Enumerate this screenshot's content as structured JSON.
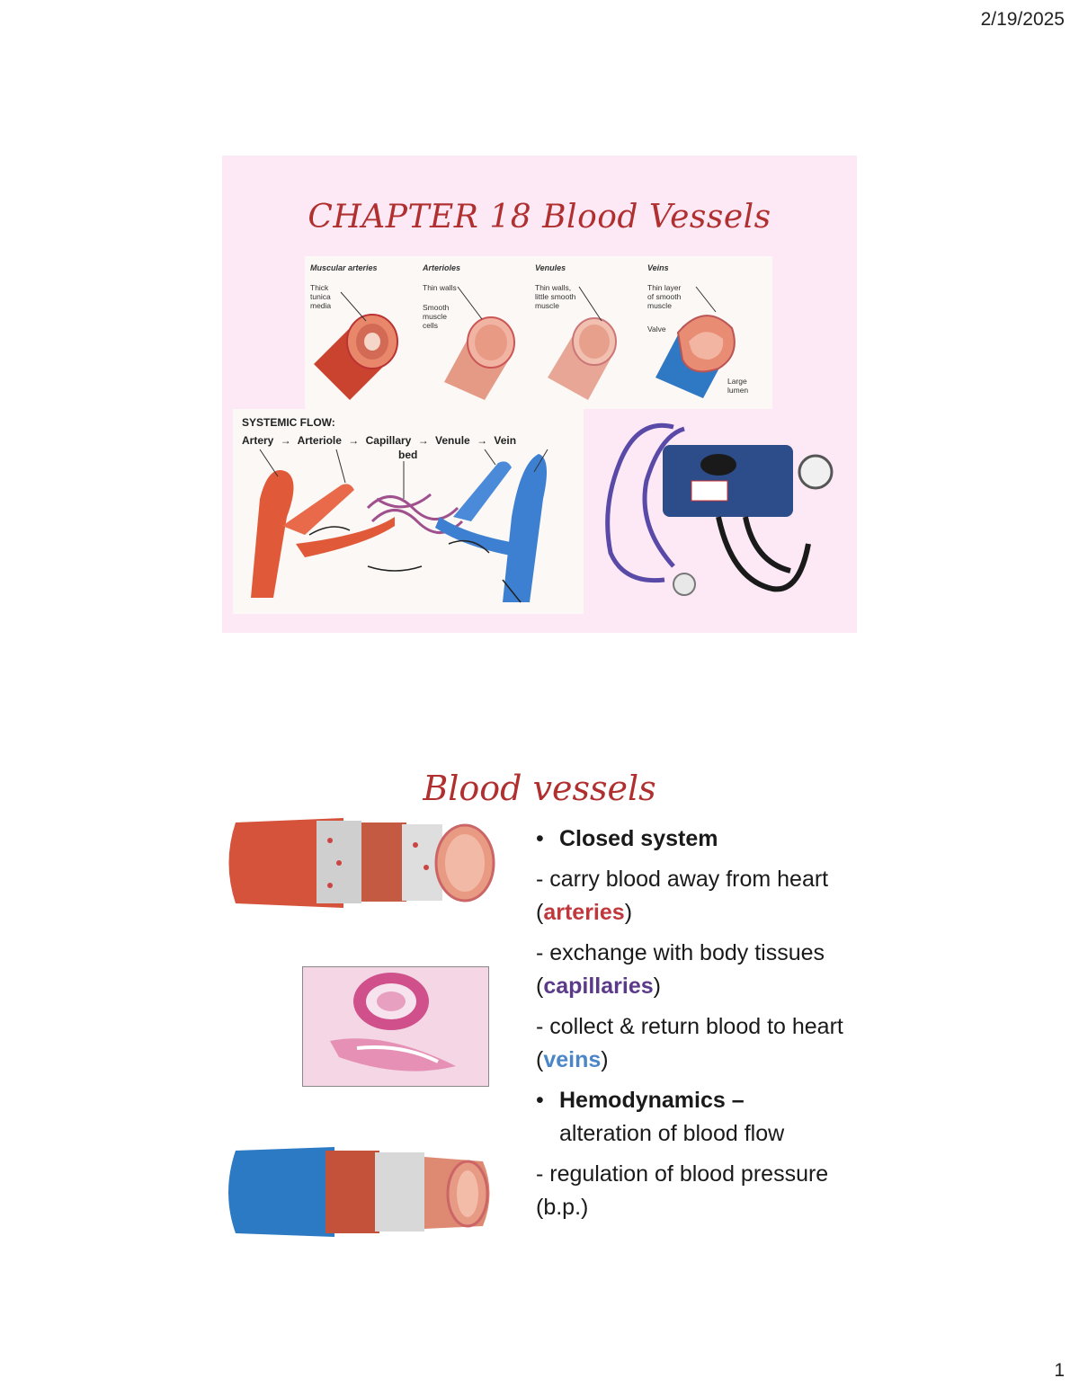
{
  "header": {
    "date": "2/19/2025"
  },
  "footer": {
    "page_number": "1"
  },
  "slide1": {
    "title": "CHAPTER 18   Blood Vessels",
    "vessel_panel": {
      "columns": [
        {
          "heading": "Muscular arteries",
          "labels": [
            "Thick",
            "tunica",
            "media"
          ]
        },
        {
          "heading": "Arterioles",
          "labels": [
            "Thin walls",
            "Smooth",
            "muscle",
            "cells"
          ]
        },
        {
          "heading": "Venules",
          "labels": [
            "Thin walls,",
            "little smooth",
            "muscle"
          ]
        },
        {
          "heading": "Veins",
          "labels": [
            "Thin layer",
            "of smooth",
            "muscle",
            "Valve",
            "Large",
            "lumen"
          ]
        }
      ]
    },
    "flow_panel": {
      "title": "SYSTEMIC FLOW:",
      "steps": [
        "Artery",
        "→",
        "Arteriole",
        "→",
        "Capillary",
        "→",
        "Venule",
        "→",
        "Vein"
      ],
      "capillary_suffix": "bed"
    }
  },
  "slide2": {
    "title": "Blood vessels",
    "bullets": {
      "b1": "Closed system",
      "l1a": "- carry blood away from heart (",
      "l1b": "arteries",
      "l1c": ")",
      "l2a": "- exchange with body tissues (",
      "l2b": "capillaries",
      "l2c": ")",
      "l3a": "- collect & return blood to heart (",
      "l3b": "veins",
      "l3c": ")",
      "b2": "Hemodynamics –",
      "b2_cont": "alteration of blood flow",
      "l4": "- regulation of blood pressure (b.p.)"
    }
  }
}
